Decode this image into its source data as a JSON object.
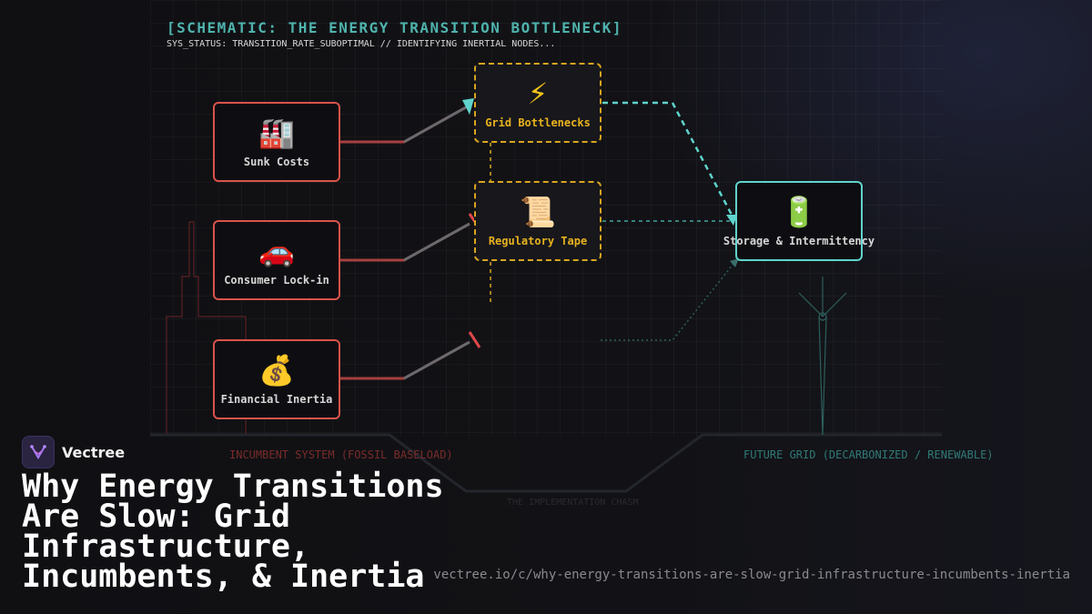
{
  "schematic": {
    "title": "[SCHEMATIC: THE ENERGY TRANSITION BOTTLENECK]",
    "status": "SYS_STATUS: TRANSITION_RATE_SUBOPTIMAL // IDENTIFYING INERTIAL NODES..."
  },
  "nodes": {
    "sunk_costs": {
      "icon": "🏭",
      "icon_name": "factory-icon",
      "label": "Sunk Costs"
    },
    "consumer_lockin": {
      "icon": "🚗",
      "icon_name": "car-icon",
      "label": "Consumer Lock-in"
    },
    "financial_inertia": {
      "icon": "💰",
      "icon_name": "money-bag-icon",
      "label": "Financial Inertia"
    },
    "grid_bottlenecks": {
      "icon": "⚡",
      "icon_name": "lightning-icon",
      "label": "Grid Bottlenecks"
    },
    "regulatory_tape": {
      "icon": "📜",
      "icon_name": "scroll-icon",
      "label": "Regulatory Tape"
    },
    "storage": {
      "icon": "🔋",
      "icon_name": "battery-icon",
      "label": "Storage & Intermittency"
    }
  },
  "zones": {
    "incumbent": "INCUMBENT SYSTEM (FOSSIL BASELOAD)",
    "future": "FUTURE GRID (DECARBONIZED / RENEWABLE)",
    "chasm": "THE IMPLEMENTATION CHASM"
  },
  "brand": {
    "name": "Vectree"
  },
  "headline": "Why Energy Transitions Are Slow: Grid Infrastructure, Incumbents, & Inertia",
  "url": "vectree.io/c/why-energy-transitions-are-slow-grid-infrastructure-incumbents-inertia",
  "colors": {
    "incumbent_red": "#d9534a",
    "bottleneck_gold": "#d9a520",
    "future_teal": "#5fd4cc",
    "title_teal": "#4fb3ad"
  }
}
